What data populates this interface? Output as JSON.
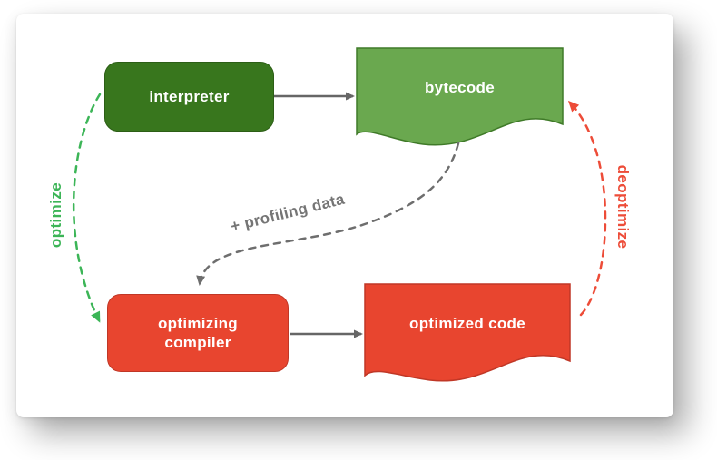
{
  "diagram": {
    "title_context": "JIT compilation pipeline diagram",
    "nodes": {
      "interpreter": {
        "label": "interpreter",
        "shape": "rounded-rect",
        "fill": "#38761D"
      },
      "bytecode": {
        "label": "bytecode",
        "shape": "document",
        "fill": "#6AA84F"
      },
      "optimizing_compiler": {
        "label": "optimizing compiler",
        "shape": "rounded-rect",
        "fill": "#E8452F"
      },
      "optimized_code": {
        "label": "optimized code",
        "shape": "document",
        "fill": "#E8452F"
      }
    },
    "edges": {
      "interpreter_to_bytecode": {
        "style": "solid",
        "color": "#666666"
      },
      "compiler_to_optimized": {
        "style": "solid",
        "color": "#666666"
      },
      "profiling": {
        "label": "+ profiling data",
        "style": "dashed",
        "color": "#6e6e6e",
        "from": "bytecode",
        "to": "optimizing_compiler"
      },
      "optimize": {
        "label": "optimize",
        "style": "dashed",
        "color": "#3CB557",
        "from": "interpreter",
        "to": "optimizing_compiler"
      },
      "deoptimize": {
        "label": "deoptimize",
        "style": "dashed",
        "color": "#ED4C38",
        "from": "optimized_code",
        "to": "bytecode"
      }
    },
    "colors": {
      "node_text": "#FFFFFF",
      "interpreter_fill": "#38761D",
      "bytecode_fill": "#6AA84F",
      "bytecode_stroke": "#3F7A28",
      "red_fill": "#E8452F",
      "red_stroke": "#C03726",
      "gray_arrow": "#666666",
      "profiling_label_color": "#757575",
      "optimize_label_color": "#3CB557",
      "deoptimize_label_color": "#ED4C38",
      "card_background": "#FFFFFF"
    }
  }
}
